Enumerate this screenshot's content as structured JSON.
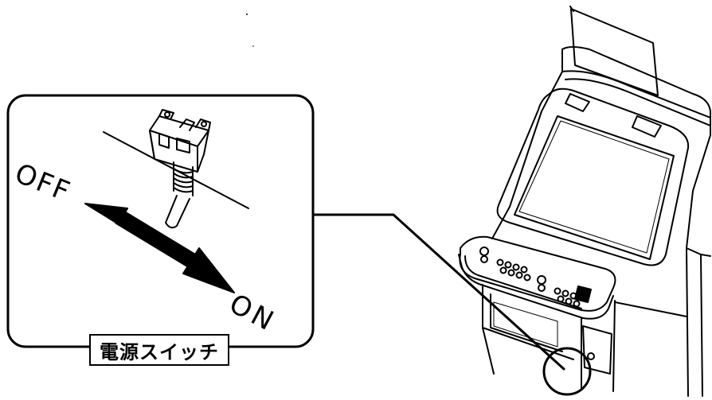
{
  "callout": {
    "off_label": "OFF",
    "on_label": "ON",
    "caption": "電源スイッチ"
  }
}
